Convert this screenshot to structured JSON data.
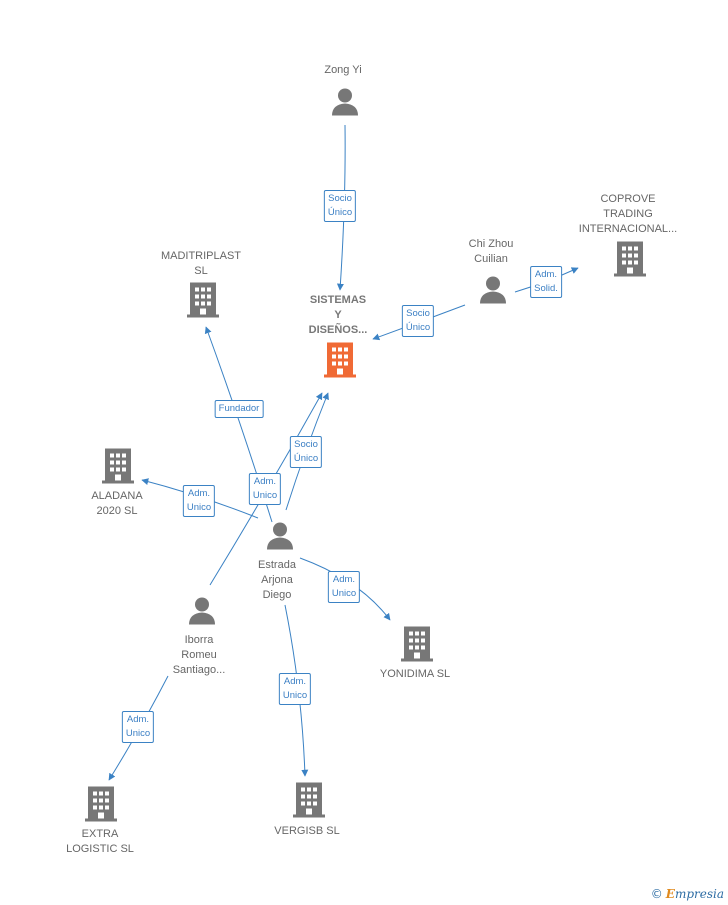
{
  "colors": {
    "edge": "#3b82c4",
    "node": "#777777",
    "main_node": "#f06a35"
  },
  "nodes": {
    "zong": {
      "label": "Zong Yi",
      "type": "person"
    },
    "chi": {
      "label": "Chi Zhou\nCuilian",
      "type": "person"
    },
    "coprove": {
      "label": "COPROVE\nTRADING\nINTERNACIONAL...",
      "type": "company"
    },
    "madit": {
      "label": "MADITRIPLAST\nSL",
      "type": "company"
    },
    "sistemas": {
      "label": "SISTEMAS\nY\nDISEÑOS...",
      "type": "company",
      "main": true
    },
    "aladana": {
      "label": "ALADANA\n2020  SL",
      "type": "company"
    },
    "estrada": {
      "label": "Estrada\nArjona\nDiego",
      "type": "person"
    },
    "iborra": {
      "label": "Iborra\nRomeu\nSantiago...",
      "type": "person"
    },
    "yonidima": {
      "label": "YONIDIMA  SL",
      "type": "company"
    },
    "extra": {
      "label": "EXTRA\nLOGISTIC SL",
      "type": "company"
    },
    "vergisb": {
      "label": "VERGISB  SL",
      "type": "company"
    }
  },
  "edges": [
    {
      "id": "zong-sistemas",
      "label": "Socio\nÚnico"
    },
    {
      "id": "chi-sistemas",
      "label": "Socio\nÚnico"
    },
    {
      "id": "chi-coprove",
      "label": "Adm.\nSolid."
    },
    {
      "id": "estrada-madit",
      "label": "Fundador"
    },
    {
      "id": "estrada-sistemas",
      "label": "Socio\nÚnico"
    },
    {
      "id": "iborra-sistemas",
      "label": "Adm.\nUnico"
    },
    {
      "id": "estrada-aladana",
      "label": "Adm.\nUnico"
    },
    {
      "id": "estrada-yonidima",
      "label": "Adm.\nUnico"
    },
    {
      "id": "estrada-vergisb",
      "label": "Adm.\nUnico"
    },
    {
      "id": "iborra-extra",
      "label": "Adm.\nUnico"
    }
  ],
  "brand": {
    "copyright": "©",
    "initial": "E",
    "name": "mpresia"
  }
}
